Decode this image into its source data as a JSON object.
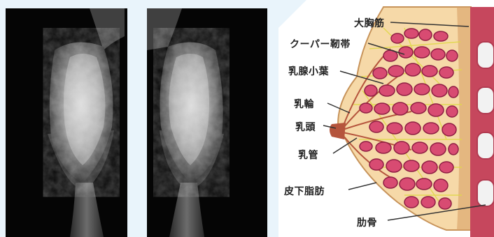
{
  "panels": {
    "left_mammogram": "mammogram-cc-left",
    "right_mammogram": "mammogram-cc-right"
  },
  "colors": {
    "background": "#e9f4fb",
    "skin": "#f6d9a8",
    "lobule": "#d84b72",
    "lobule_outline": "#8f1e44",
    "fat_dots": "#e0d84a",
    "chest_wall": "#c6475d",
    "rib": "#f2f2f2"
  },
  "labels": {
    "pectoralis": "大胸筋",
    "cooper": "クーパー靭帯",
    "lobules": "乳腺小葉",
    "areola": "乳輪",
    "nipple": "乳頭",
    "ducts": "乳管",
    "subcutaneous_fat": "皮下脂肪",
    "rib": "肋骨"
  }
}
